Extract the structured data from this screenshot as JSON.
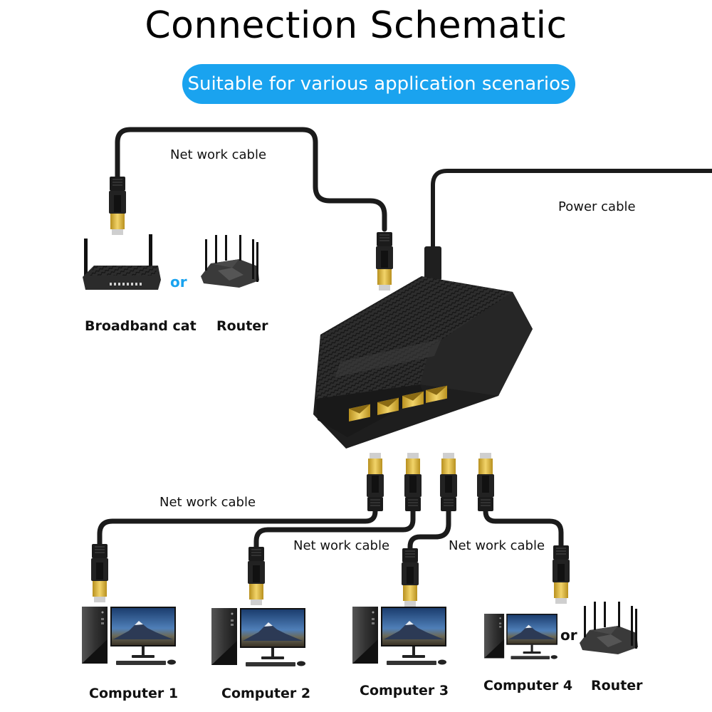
{
  "header": {
    "title": "Connection Schematic",
    "subtitle": "Suitable for various application scenarios"
  },
  "colors": {
    "accent": "#1aa3ef",
    "cable": "#1b1b1b",
    "connector_gold": "#d9b13a",
    "device_body": "#2a2a2a"
  },
  "upstream": {
    "cable_label": "Net work  cable",
    "power_label": "Power cable",
    "or_label": "or",
    "devices": [
      {
        "label": "Broadband cat",
        "icon": "broadband-modem-icon"
      },
      {
        "label": "Router",
        "icon": "router-icon"
      }
    ]
  },
  "switch": {
    "icon": "network-switch-icon",
    "port_count": 4
  },
  "downstream": {
    "cable_labels": [
      "Net work  cable",
      "Net work  cable",
      "Net work  cable"
    ],
    "or_label": "or",
    "devices": [
      {
        "label": "Computer 1",
        "icon": "desktop-computer-icon"
      },
      {
        "label": "Computer 2",
        "icon": "desktop-computer-icon"
      },
      {
        "label": "Computer 3",
        "icon": "desktop-computer-icon"
      },
      {
        "label": "Computer 4",
        "icon": "desktop-computer-icon"
      },
      {
        "label": "Router",
        "icon": "router-icon"
      }
    ]
  }
}
